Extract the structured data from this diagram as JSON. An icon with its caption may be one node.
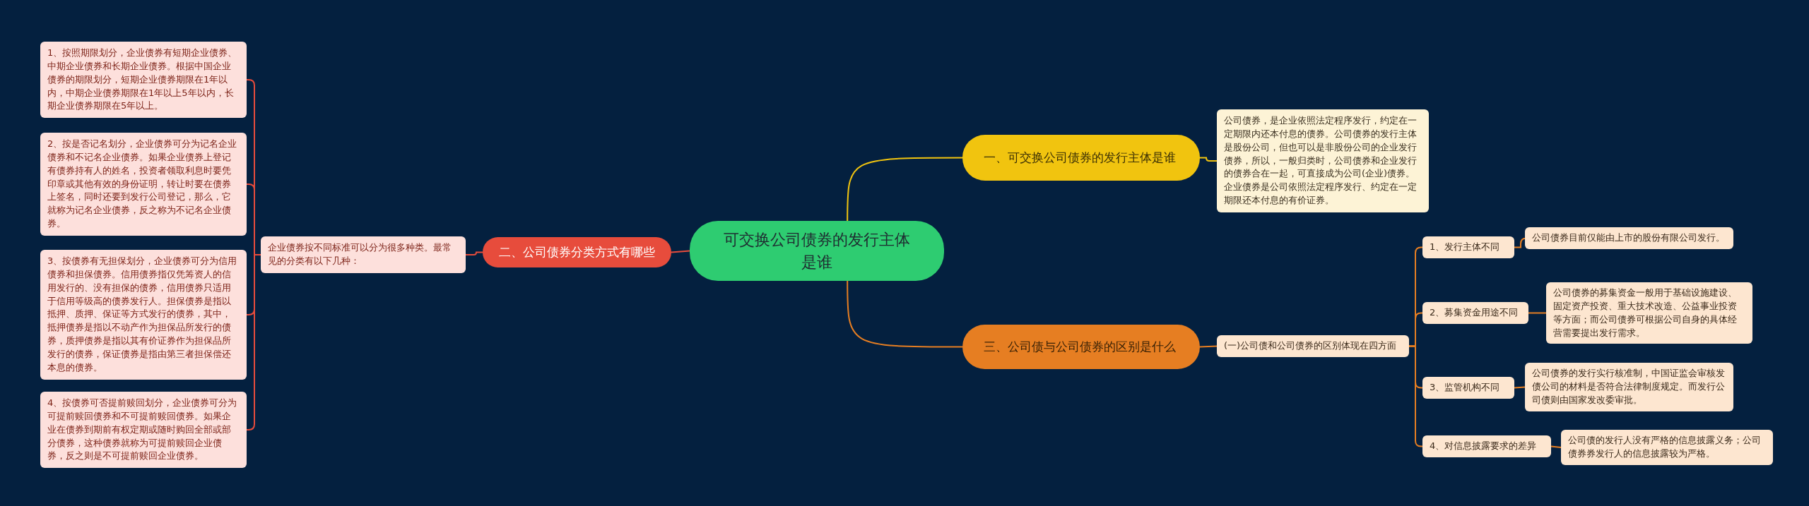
{
  "diagram": {
    "nodes": [
      {
        "text": [
          "可交换公司债券的发行主体是谁"
        ]
      },
      {
        "text": [
          "一、可交换公司债券的发行主体是谁"
        ]
      },
      {
        "text": [
          "公司债券，是企业依照法定程序发行，约定在一定期限内还本付息的债券。公司债券的发行主体是股份公司，但也可以是非股份公司的企业发行债券，所以，一般归类时，公司债券和企业发行的债券合在一起，可直接成为公司(企业)债券。企业债券是公司依照法定程序发行、约定在一定期限还本付息的有价证券。"
        ]
      },
      {
        "text": [
          "二、公司债券分类方式有哪些"
        ]
      },
      {
        "text": [
          "企业债券按不同标准可以分为很多种类。最常见的分类有以下几种："
        ]
      },
      {
        "text": [
          "1、按照期限划分，企业债券有短期企业债券、中期企业债券和长期企业债券。根据中国企业债券的期限划分，短期企业债券期限在1年以内，中期企业债券期限在1年以上5年以内，长期企业债券期限在5年以上。"
        ]
      },
      {
        "text": [
          "2、按是否记名划分，企业债券可分为记名企业债券和不记名企业债券。如果企业债券上登记有债券持有人的姓名，投资者领取利息时要凭印章或其他有效的身份证明，转让时要在债券上签名，同时还要到发行公司登记，那么，它就称为记名企业债券，反之称为不记名企业债券。"
        ]
      },
      {
        "text": [
          "3、按债券有无担保划分，企业债券可分为信用债券和担保债券。信用债券指仅凭筹资人的信用发行的、没有担保的债券，信用债券只适用于信用等级高的债券发行人。担保债券是指以抵押、质押、保证等方式发行的债券，其中，抵押债券是指以不动产作为担保品所发行的债券，质押债券是指以其有价证券作为担保品所发行的债券，保证债券是指由第三者担保偿还本息的债券。"
        ]
      },
      {
        "text": [
          "4、按债券可否提前赎回划分，企业债券可分为可提前赎回债券和不可提前赎回债券。如果企业在债券到期前有权定期或随时购回全部或部分债券，这种债券就称为可提前赎回企业债券，反之则是不可提前赎回企业债券。"
        ]
      },
      {
        "text": [
          "三、公司债与公司债券的区别是什么"
        ]
      },
      {
        "text": [
          "(一)公司债和公司债券的区别体现在四方面"
        ]
      },
      {
        "text": [
          "1、发行主体不同"
        ]
      },
      {
        "text": [
          "公司债券目前仅能由上市的股份有限公司发行。"
        ]
      },
      {
        "text": [
          "2、募集资金用途不同"
        ]
      },
      {
        "text": [
          "公司债券的募集资金一般用于基础设施建设、固定资产投资、重大技术改造、公益事业投资等方面；而公司债券可根据公司自身的具体经营需要提出发行需求。"
        ]
      },
      {
        "text": [
          "3、监管机构不同"
        ]
      },
      {
        "text": [
          "公司债券的发行实行核准制，中国证监会审核发债公司的材料是否符合法律制度规定。而发行公司债则由国家发改委审批。"
        ]
      },
      {
        "text": [
          "4、对信息披露要求的差异"
        ]
      },
      {
        "text": [
          "公司债的发行人没有严格的信息披露义务；公司债券券发行人的信息披露较为严格。"
        ]
      }
    ],
    "edges": [
      {
        "from": 0,
        "to": 1,
        "arrow": "none",
        "color": "#f1c40f"
      },
      {
        "from": 1,
        "to": 2,
        "arrow": "none",
        "color": "#f1c40f"
      },
      {
        "from": 0,
        "to": 3,
        "arrow": "none",
        "color": "#e74c3c"
      },
      {
        "from": 3,
        "to": 4,
        "arrow": "none",
        "color": "#e74c3c"
      },
      {
        "from": 4,
        "to": 5,
        "arrow": "none",
        "color": "#e74c3c"
      },
      {
        "from": 4,
        "to": 6,
        "arrow": "none",
        "color": "#e74c3c"
      },
      {
        "from": 4,
        "to": 7,
        "arrow": "none",
        "color": "#e74c3c"
      },
      {
        "from": 4,
        "to": 8,
        "arrow": "none",
        "color": "#e74c3c"
      },
      {
        "from": 0,
        "to": 9,
        "arrow": "none"
      },
      {
        "from": 9,
        "to": 10,
        "arrow": "none"
      },
      {
        "from": 10,
        "to": 11,
        "arrow": "none"
      },
      {
        "from": 11,
        "to": 12,
        "arrow": "none"
      },
      {
        "from": 10,
        "to": 13,
        "arrow": "none"
      },
      {
        "from": 13,
        "to": 14,
        "arrow": "none"
      },
      {
        "from": 10,
        "to": 15,
        "arrow": "none"
      },
      {
        "from": 15,
        "to": 16,
        "arrow": "none"
      },
      {
        "from": 10,
        "to": 17,
        "arrow": "none"
      },
      {
        "from": 17,
        "to": 18,
        "arrow": "none"
      }
    ]
  }
}
